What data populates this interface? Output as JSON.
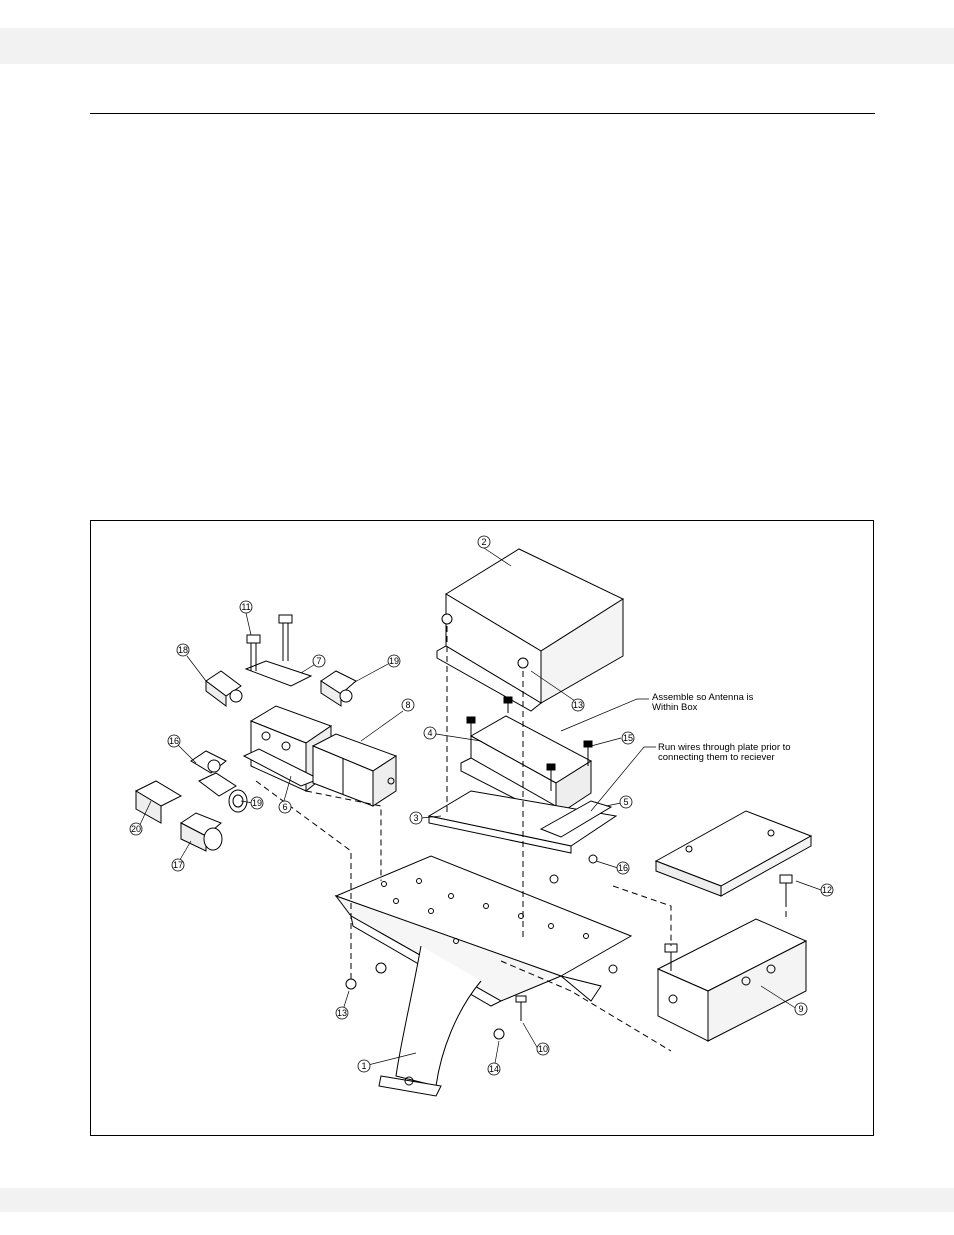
{
  "diagram": {
    "callouts": [
      "1",
      "2",
      "3",
      "4",
      "5",
      "6",
      "7",
      "8",
      "9",
      "10",
      "11",
      "12",
      "13",
      "13",
      "14",
      "15",
      "16",
      "16",
      "17",
      "18",
      "19",
      "19",
      "20"
    ],
    "notes": {
      "antenna_line1": "Assemble so Antenna is",
      "antenna_line2": "Within Box",
      "wires_line1": "Run wires through plate prior to",
      "wires_line2": "connecting them to reciever"
    }
  }
}
